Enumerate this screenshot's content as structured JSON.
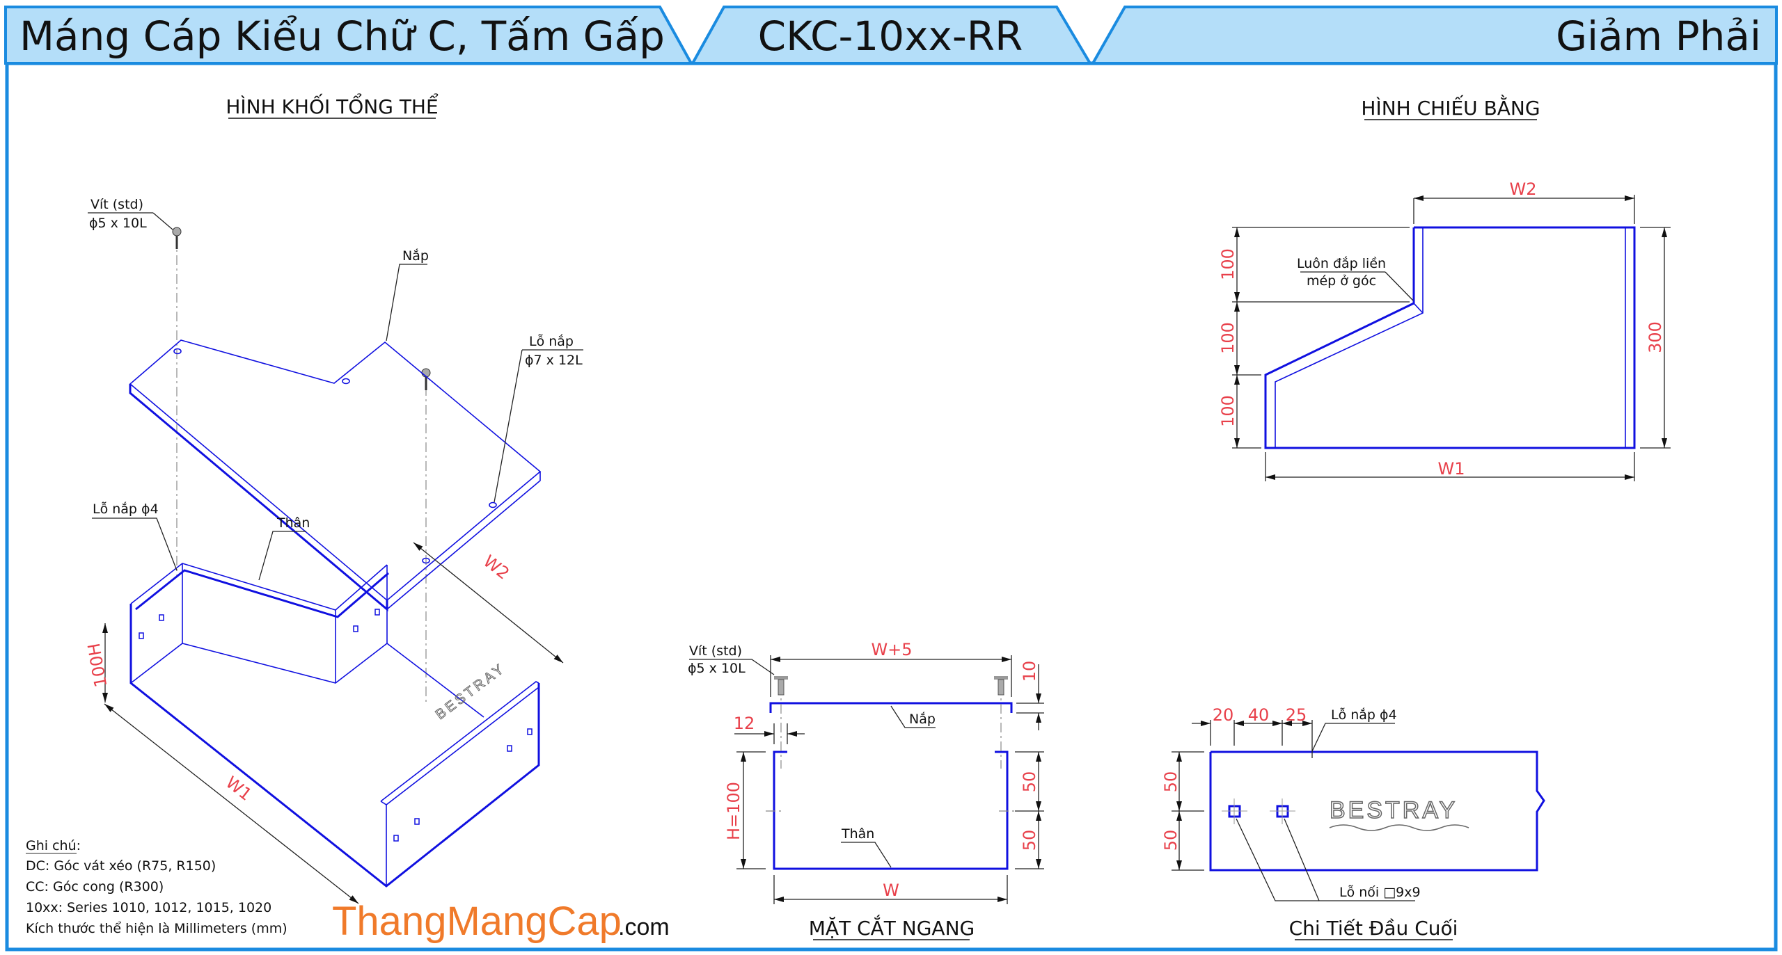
{
  "header": {
    "title": "Máng Cáp Kiểu Chữ C, Tấm Gấp",
    "code": "CKC-10xx-RR",
    "variant": "Giảm Phải"
  },
  "isometric": {
    "title": "HÌNH KHỐI TỔNG THỂ",
    "screw_label": "Vít (std)",
    "screw_size": "ϕ5 x 10L",
    "lid_label": "Nắp",
    "lid_hole_label": "Lỗ nắp",
    "lid_hole_size": "ϕ7 x 12L",
    "body_hole_label": "Lỗ nắp ϕ4",
    "body_label": "Thân",
    "dim_h": "100H",
    "dim_w1": "W1",
    "dim_w2": "W2",
    "brand": "BESTRAY"
  },
  "plan": {
    "title": "HÌNH CHIẾU BẰNG",
    "note_line1": "Luôn đắp liền",
    "note_line2": "mép ở góc",
    "dim_w2": "W2",
    "dim_w1": "W1",
    "dim_300": "300",
    "dim_100_a": "100",
    "dim_100_b": "100",
    "dim_100_c": "100"
  },
  "section": {
    "title": "MẶT CẮT NGANG",
    "screw_label": "Vít (std)",
    "screw_size": "ϕ5 x 10L",
    "dim_w5": "W+5",
    "dim_10": "10",
    "dim_12": "12",
    "lid_label": "Nắp",
    "dim_h": "H=100",
    "dim_50_a": "50",
    "dim_50_b": "50",
    "body_label": "Thân",
    "dim_w": "W"
  },
  "end_detail": {
    "title": "Chi Tiết Đầu Cuối",
    "dim_20": "20",
    "dim_40": "40",
    "dim_25": "25",
    "lid_hole_label": "Lỗ nắp ϕ4",
    "dim_50_a": "50",
    "dim_50_b": "50",
    "joint_hole_label": "Lỗ nối □9x9",
    "brand": "BESTRAY"
  },
  "notes": {
    "heading": "Ghi chú:",
    "lines": [
      "DC: Góc vát xéo (R75, R150)",
      "CC: Góc cong (R300)",
      "10xx: Series 1010, 1012, 1015, 1020",
      "Kích thước thể hiện là Millimeters (mm)"
    ]
  },
  "logo": {
    "main": "ThangMangCap",
    "suffix": ".com"
  },
  "colors": {
    "header_fill": "#b4def9",
    "border": "#1a8be0",
    "drawing": "#1010e0",
    "dimension": "#e8404a",
    "logo": "#f07a2a"
  }
}
